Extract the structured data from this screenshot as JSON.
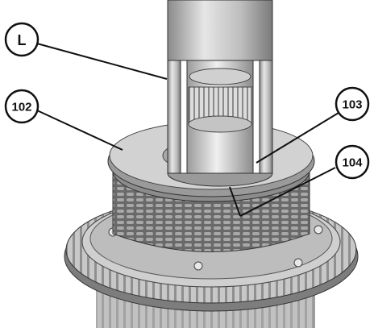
{
  "callouts": [
    {
      "id": "L",
      "label": "L"
    },
    {
      "id": "102",
      "label": "102"
    },
    {
      "id": "103",
      "label": "103"
    },
    {
      "id": "104",
      "label": "104"
    }
  ],
  "colors": {
    "line": "#111111",
    "metal_light": "#d9d9d9",
    "metal_mid": "#b3b3b3",
    "metal_dark": "#6e6e6e",
    "background": "#ffffff"
  }
}
